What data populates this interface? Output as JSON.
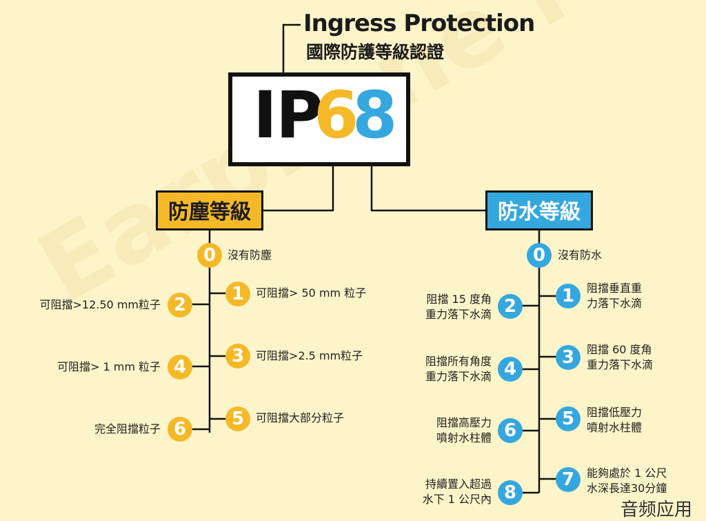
{
  "header": {
    "title_en": "Ingress Protection",
    "title_zh": "國際防護等級認證"
  },
  "code": {
    "prefix": "IP",
    "dust_digit": "6",
    "water_digit": "8"
  },
  "colors": {
    "background": "#fdf4c9",
    "dust": "#f5b928",
    "water": "#35a7df",
    "line": "#111111"
  },
  "dust": {
    "title": "防塵等級",
    "levels": [
      {
        "n": "0",
        "label": "沒有防塵"
      },
      {
        "n": "1",
        "label": "可阻擋> 50 mm 粒子"
      },
      {
        "n": "2",
        "label": "可阻擋>12.50 mm粒子"
      },
      {
        "n": "3",
        "label": "可阻擋>2.5 mm粒子"
      },
      {
        "n": "4",
        "label": "可阻擋> 1 mm 粒子"
      },
      {
        "n": "5",
        "label": "可阻擋大部分粒子"
      },
      {
        "n": "6",
        "label": "完全阻擋粒子"
      }
    ]
  },
  "water": {
    "title": "防水等級",
    "levels": [
      {
        "n": "0",
        "line1": "沒有防水",
        "line2": ""
      },
      {
        "n": "1",
        "line1": "阻擋垂直重",
        "line2": "力落下水滴"
      },
      {
        "n": "2",
        "line1": "阻擋 15 度角",
        "line2": "重力落下水滴"
      },
      {
        "n": "3",
        "line1": "阻擋 60 度角",
        "line2": "重力落下水滴"
      },
      {
        "n": "4",
        "line1": "阻擋所有角度",
        "line2": "重力落下水滴"
      },
      {
        "n": "5",
        "line1": "阻擋低壓力",
        "line2": "噴射水柱體"
      },
      {
        "n": "6",
        "line1": "阻擋高壓力",
        "line2": "噴射水柱體"
      },
      {
        "n": "7",
        "line1": "能夠處於 1 公尺",
        "line2": "水深長達30分鐘"
      },
      {
        "n": "8",
        "line1": "持續置入超過",
        "line2": "水下 1 公尺內"
      }
    ]
  },
  "watermark": "Earphone Man",
  "corner_mark": "音频应用"
}
